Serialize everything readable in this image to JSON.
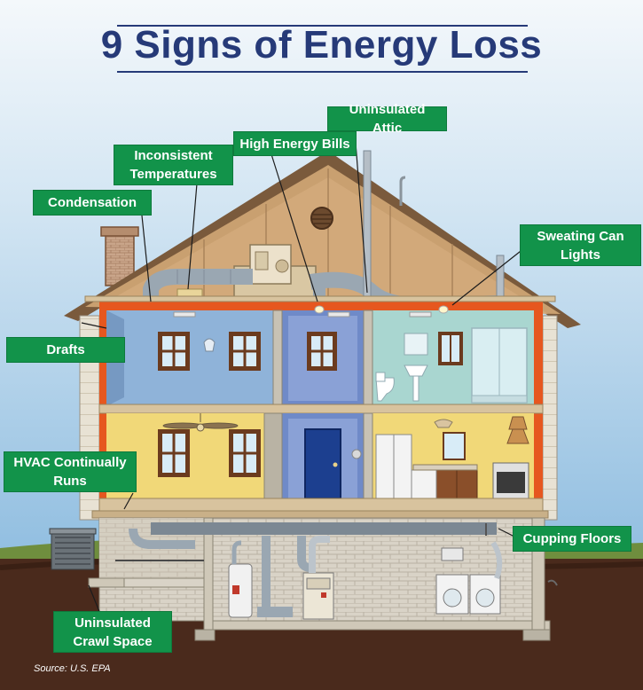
{
  "title": "9 Signs of Energy Loss",
  "source": "Source: U.S. EPA",
  "colors": {
    "title": "#263a78",
    "label_bg": "#12934a",
    "sky": "#b9d6ec",
    "ground": "#4a2a1a",
    "grass": "#6a8a3a",
    "roof": "#b07a50",
    "attic": "#c9a070",
    "insulation": "#e6571f",
    "room_blue": "#8fb3d9",
    "room_yellow": "#f1d878",
    "room_teal": "#a9d6d0",
    "basement_brick": "#d8d2c6",
    "duct": "#9aa7b2"
  },
  "labels": {
    "uninsulated_attic": "Uninsulated Attic",
    "high_energy_bills": "High Energy Bills",
    "inconsistent_temperatures": "Inconsistent\nTemperatures",
    "condensation": "Condensation",
    "sweating_can_lights": "Sweating Can\nLights",
    "drafts": "Drafts",
    "hvac_continually_runs": "HVAC Continually\nRuns",
    "cupping_floors": "Cupping Floors",
    "uninsulated_crawl_space": "Uninsulated\nCrawl Space"
  }
}
